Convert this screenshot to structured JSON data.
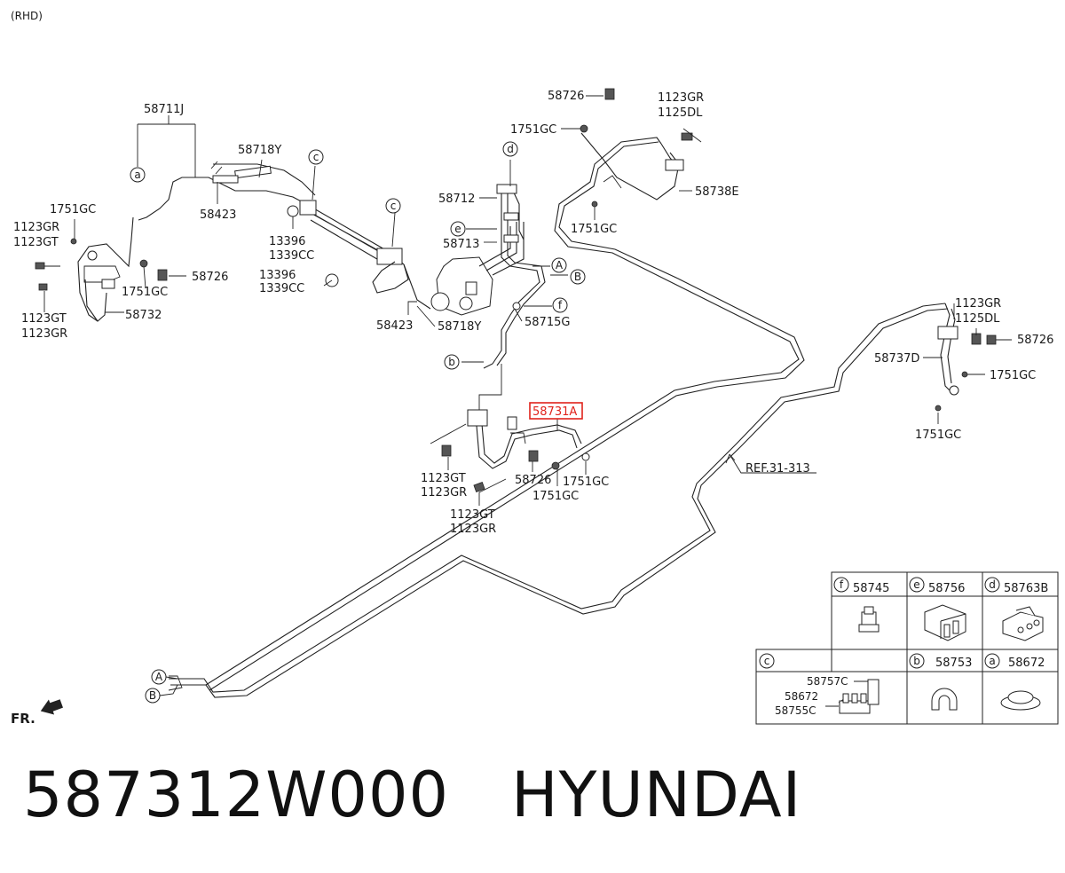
{
  "variant": "(RHD)",
  "title": {
    "part_number": "587312W000",
    "brand": "HYUNDAI"
  },
  "orientation": "FR.",
  "reference": "REF.31-313",
  "highlight_color": "#e0231c",
  "labels": {
    "p58711J": "58711J",
    "p58718Y_a": "58718Y",
    "p58423_a": "58423",
    "p13396_a": "13396",
    "p1339CC_a": "1339CC",
    "p13396_b": "13396",
    "p1339CC_b": "1339CC",
    "p58423_b": "58423",
    "p58718Y_b": "58718Y",
    "p1751GC_l1": "1751GC",
    "p1123GR_l1": "1123GR",
    "p1123GT_l1": "1123GT",
    "p1751GC_l2": "1751GC",
    "p58726_l": "58726",
    "p58732": "58732",
    "p1123GT_l2": "1123GT",
    "p1123GR_l2": "1123GR",
    "p58712": "58712",
    "p58713": "58713",
    "p58715G": "58715G",
    "p58726_t": "58726",
    "p1751GC_t": "1751GC",
    "p1123GR_t": "1123GR",
    "p1125DL_t": "1125DL",
    "p58738E": "58738E",
    "p1751GC_t2": "1751GC",
    "p1123GR_r": "1123GR",
    "p1125DL_r": "1125DL",
    "p58726_r": "58726",
    "p58737D": "58737D",
    "p1751GC_r1": "1751GC",
    "p1751GC_r2": "1751GC",
    "p58731A": "58731A",
    "p1123GT_c1": "1123GT",
    "p1123GR_c1": "1123GR",
    "p58726_c": "58726",
    "p1751GC_c1": "1751GC",
    "p1751GC_c2": "1751GC",
    "p1123GT_c2": "1123GT",
    "p1123GR_c2": "1123GR"
  },
  "callouts": {
    "a": "a",
    "b": "b",
    "c": "c",
    "d": "d",
    "e": "e",
    "f": "f",
    "A": "A",
    "B": "B"
  },
  "legend": {
    "row1": [
      {
        "letter": "f",
        "part": "58745"
      },
      {
        "letter": "e",
        "part": "58756"
      },
      {
        "letter": "d",
        "part": "58763B"
      }
    ],
    "row2": [
      {
        "letter": "c",
        "parts": [
          "58757C",
          "58672",
          "58755C"
        ]
      },
      {
        "letter": "b",
        "part": "58753"
      },
      {
        "letter": "a",
        "part": "58672"
      }
    ]
  }
}
